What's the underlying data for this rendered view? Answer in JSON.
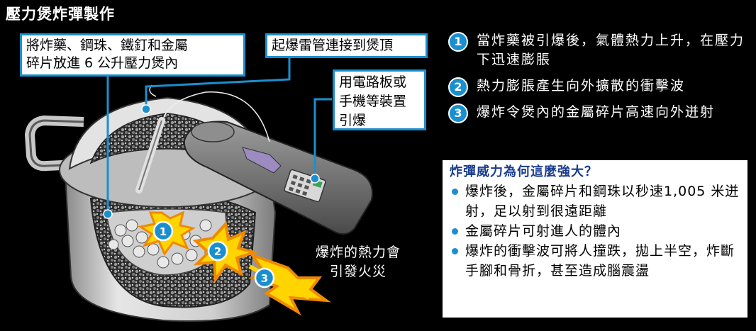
{
  "title": "壓力煲炸彈製作",
  "callouts": {
    "explosive_line1": "將炸藥、鋼珠、鐵釘和金屬",
    "explosive_line2": "碎片放進 6 公升壓力煲內",
    "detonator": "起爆雷管連接到煲頂",
    "trigger_line1": "用電路板或",
    "trigger_line2": "手機等裝置",
    "trigger_line3": "引爆"
  },
  "steps": [
    {
      "num": "1",
      "text": "當炸藥被引爆後，氣體熱力上升，在壓力下迅速膨脹"
    },
    {
      "num": "2",
      "text": "熱力膨脹產生向外擴散的衝擊波"
    },
    {
      "num": "3",
      "text": "爆炸令煲內的金屬碎片高速向外迸射"
    }
  ],
  "fire_note": {
    "line1": "爆炸的熱力會",
    "line2": "引發火災"
  },
  "markers": [
    "1",
    "2",
    "3"
  ],
  "info_box": {
    "title": "炸彈威力為何這麼強大？",
    "bullets": [
      "爆炸後，金屬碎片和鋼珠以秒速1,005 米迸射，足以射到很遠距離",
      "金屬碎片可射進人的體內",
      "爆炸的衝擊波可將人撞跌，拋上半空，炸斷手腳和骨折，甚至造成腦震盪"
    ]
  },
  "colors": {
    "accent_blue": "#1a8fd0",
    "box_title": "#1a3c8f",
    "blast_yellow": "#ffd400",
    "blast_orange": "#f08a00",
    "pot_grey": "#d9d9d9"
  }
}
